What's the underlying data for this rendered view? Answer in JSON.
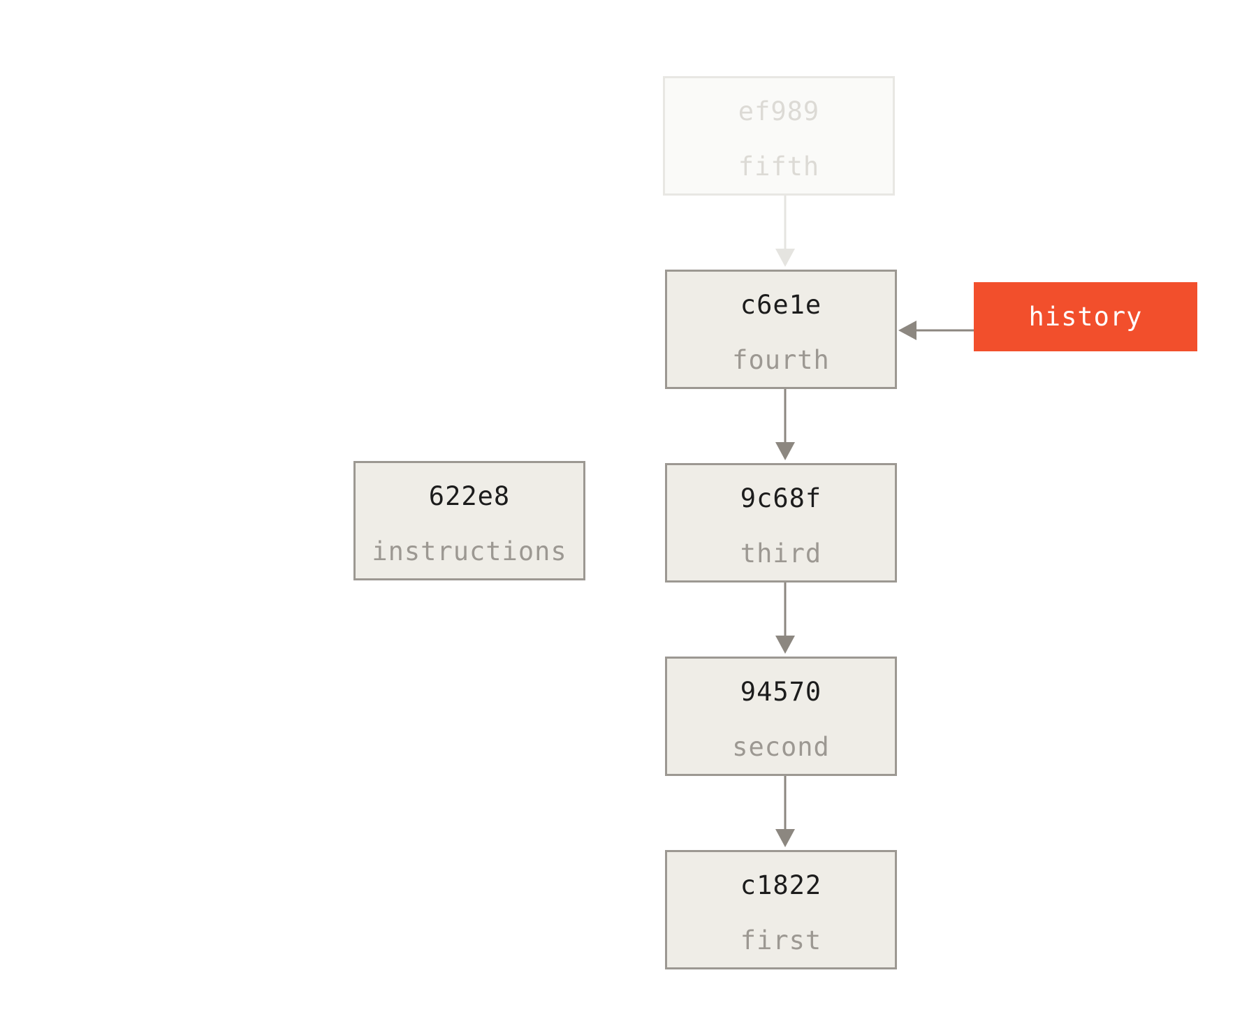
{
  "commits": {
    "ef989": {
      "hash": "ef989",
      "message": "fifth"
    },
    "c6e1e": {
      "hash": "c6e1e",
      "message": "fourth"
    },
    "9c68f": {
      "hash": "9c68f",
      "message": "third"
    },
    "94570": {
      "hash": "94570",
      "message": "second"
    },
    "c1822": {
      "hash": "c1822",
      "message": "first"
    },
    "622e8": {
      "hash": "622e8",
      "message": "instructions"
    }
  },
  "branch": {
    "label": "history"
  },
  "colors": {
    "commit_fill": "#efede7",
    "commit_border": "#9c9892",
    "faded_fill": "#fafaf8",
    "faded_text": "#dcdad5",
    "hash_text": "#1c1c1c",
    "message_text": "#9c9892",
    "arrow": "#8c8780",
    "faded_arrow": "#e5e4e0",
    "branch_fill": "#f24f2c",
    "branch_text": "#ffffff"
  }
}
